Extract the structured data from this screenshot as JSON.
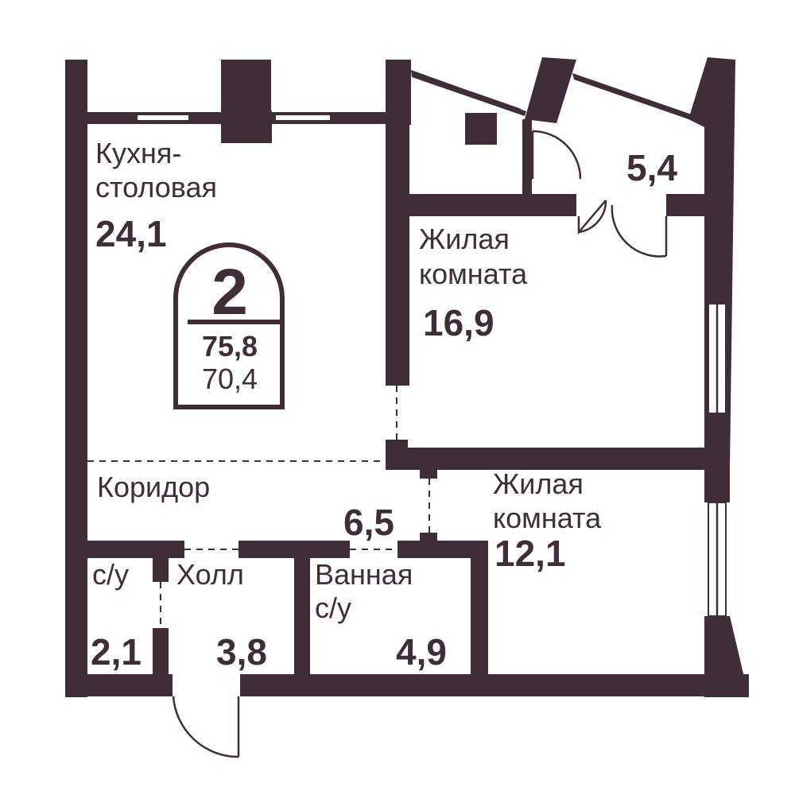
{
  "colors": {
    "wall": "#3f2e38",
    "background": "#ffffff"
  },
  "badge": {
    "rooms": "2",
    "total_area": "75,8",
    "living_area": "70,4"
  },
  "rooms": {
    "kitchen": {
      "label_line1": "Кухня-",
      "label_line2": "столовая",
      "area": "24,1"
    },
    "bedroom_a": {
      "label_line1": "Жилая",
      "label_line2": "комната",
      "area": "16,9"
    },
    "bedroom_b": {
      "label_line1": "Жилая",
      "label_line2": "комната",
      "area": "12,1"
    },
    "corridor": {
      "label": "Коридор",
      "area": "6,5"
    },
    "wc": {
      "label": "с/у",
      "area": "2,1"
    },
    "hall": {
      "label": "Холл",
      "area": "3,8"
    },
    "bathroom": {
      "label_line1": "Ванная",
      "label_line2": "с/у",
      "area": "4,9"
    },
    "balcony": {
      "area": "5,4"
    }
  }
}
